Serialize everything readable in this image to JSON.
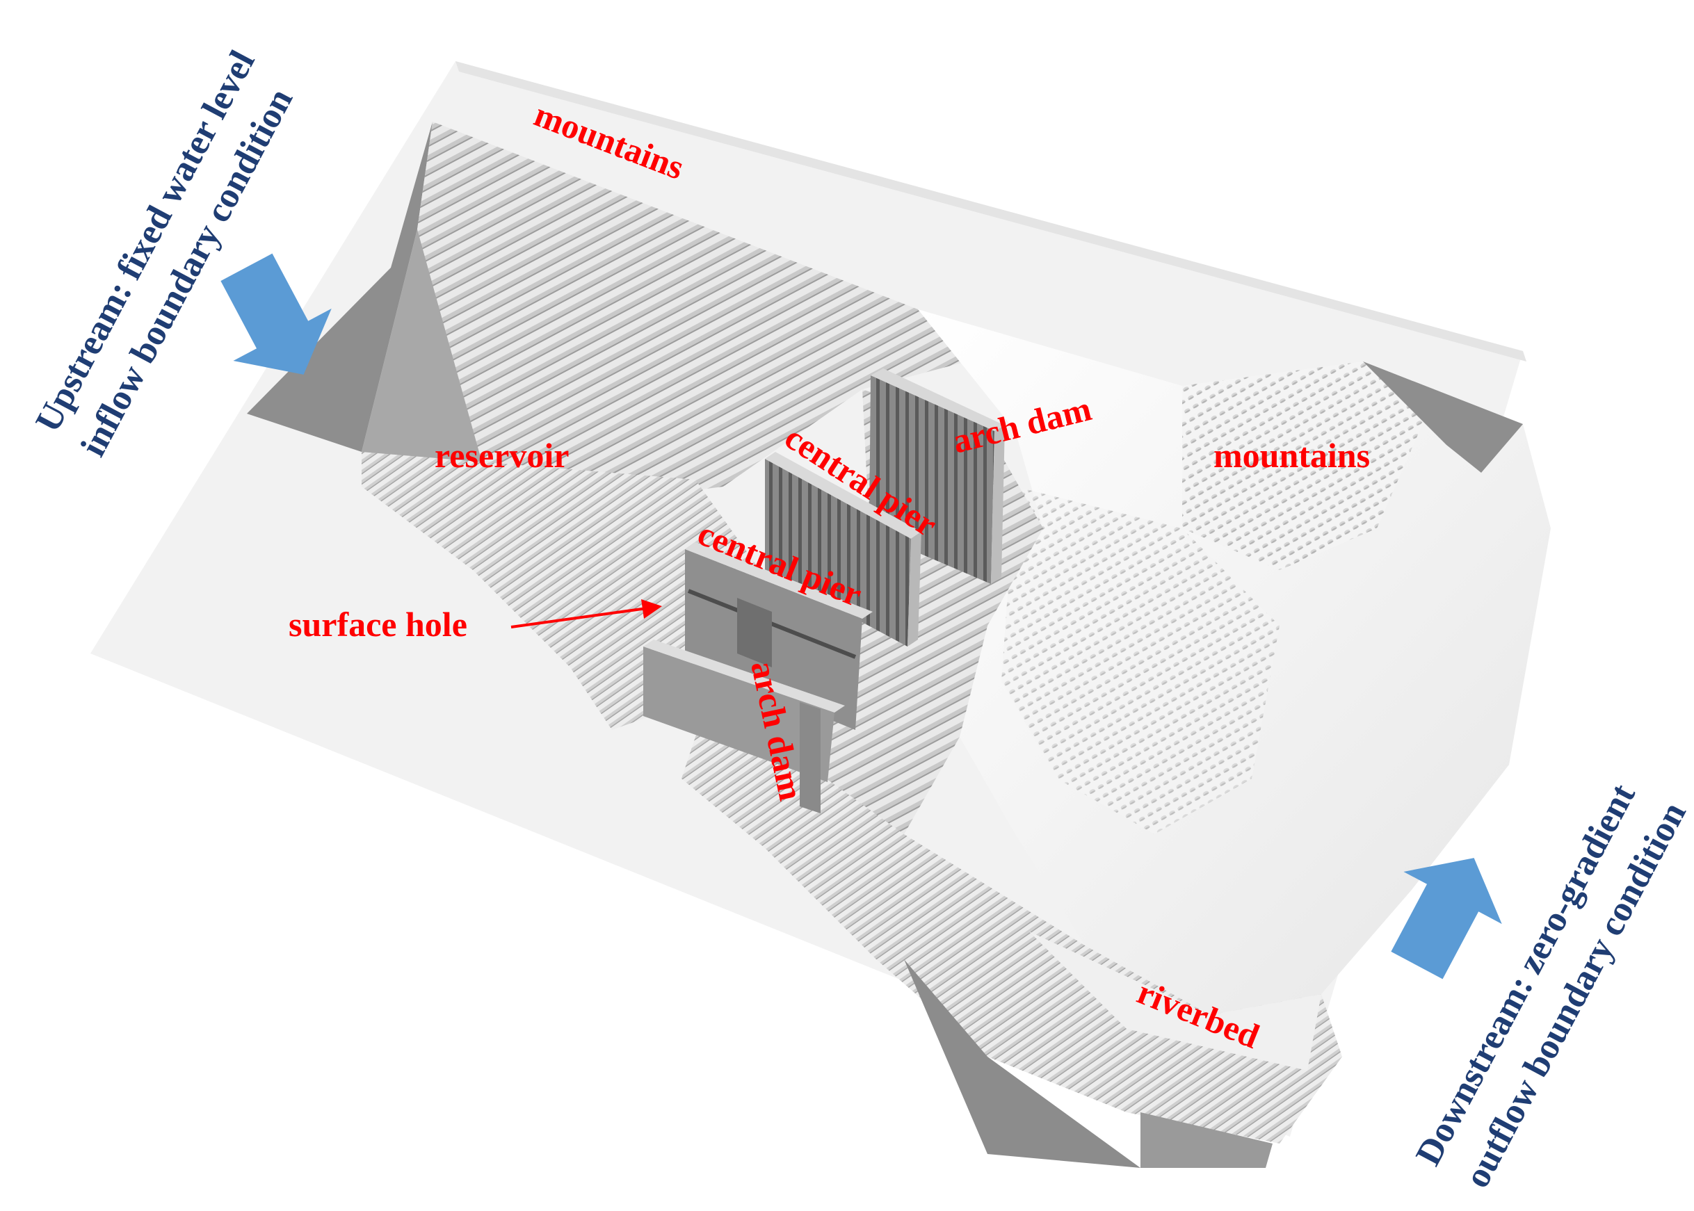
{
  "labels": {
    "mountains_top": "mountains",
    "mountains_right": "mountains",
    "reservoir": "reservoir",
    "central_pier_upper": "central pier",
    "central_pier_lower": "central pier",
    "arch_dam_upper": "arch dam",
    "arch_dam_lower": "arch dam",
    "surface_hole": "surface hole",
    "riverbed": "riverbed"
  },
  "boundary": {
    "upstream_line1": "Upstream: fixed water level",
    "upstream_line2": "inflow boundary condition",
    "downstream_line1": "Downstream: zero-gradient",
    "downstream_line2": "outflow boundary condition"
  },
  "colors": {
    "label_red": "#ff0000",
    "boundary_text": "#1f3d73",
    "arrow_blue": "#5b9bd5",
    "terrain_light": "#f2f2f2",
    "terrain_mid": "#bfbfbf",
    "terrain_dark": "#808080"
  }
}
